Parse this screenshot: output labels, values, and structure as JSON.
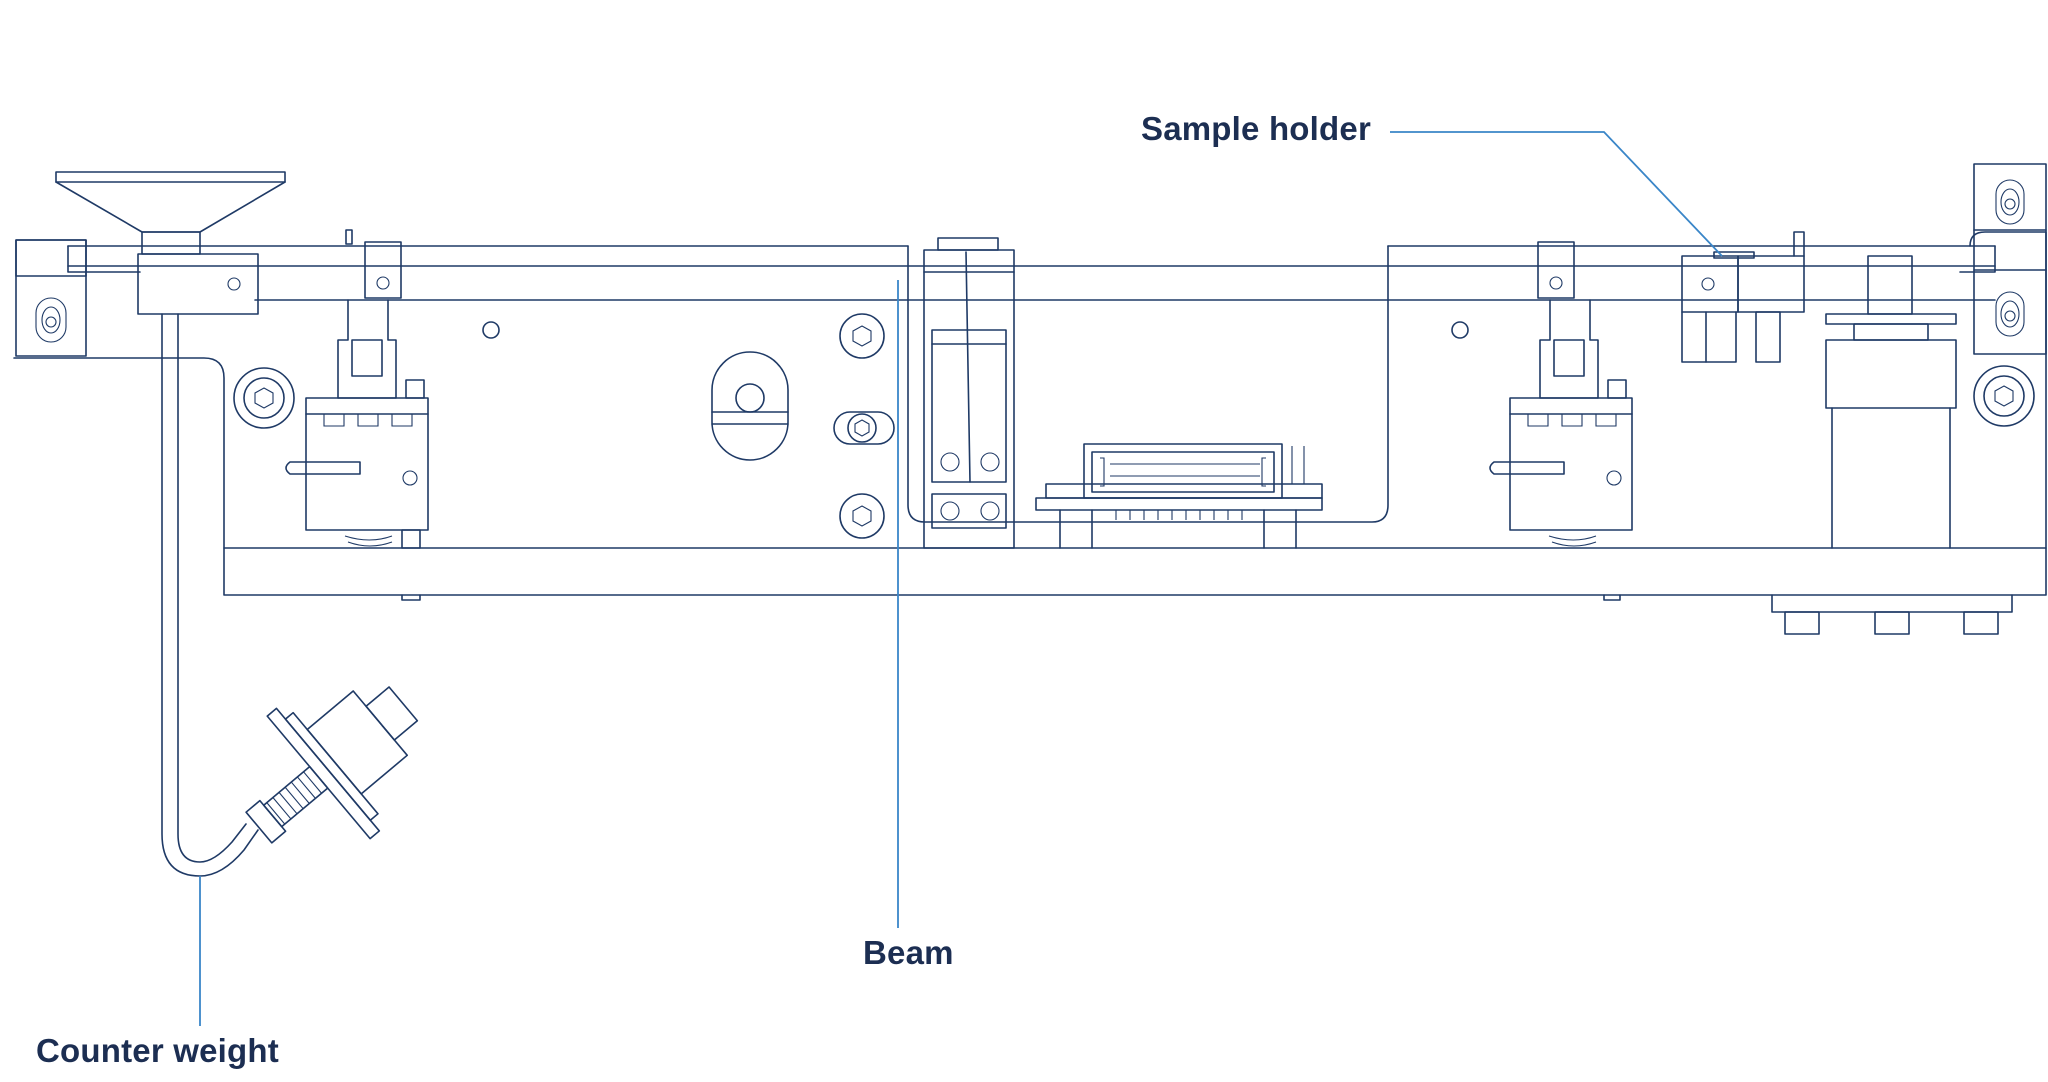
{
  "labels": {
    "sample_holder": "Sample holder",
    "beam": "Beam",
    "counter_weight": "Counter weight"
  },
  "colors": {
    "drawing": "#1f3a66",
    "leader": "#3a86c8",
    "label": "#1c2e52"
  }
}
